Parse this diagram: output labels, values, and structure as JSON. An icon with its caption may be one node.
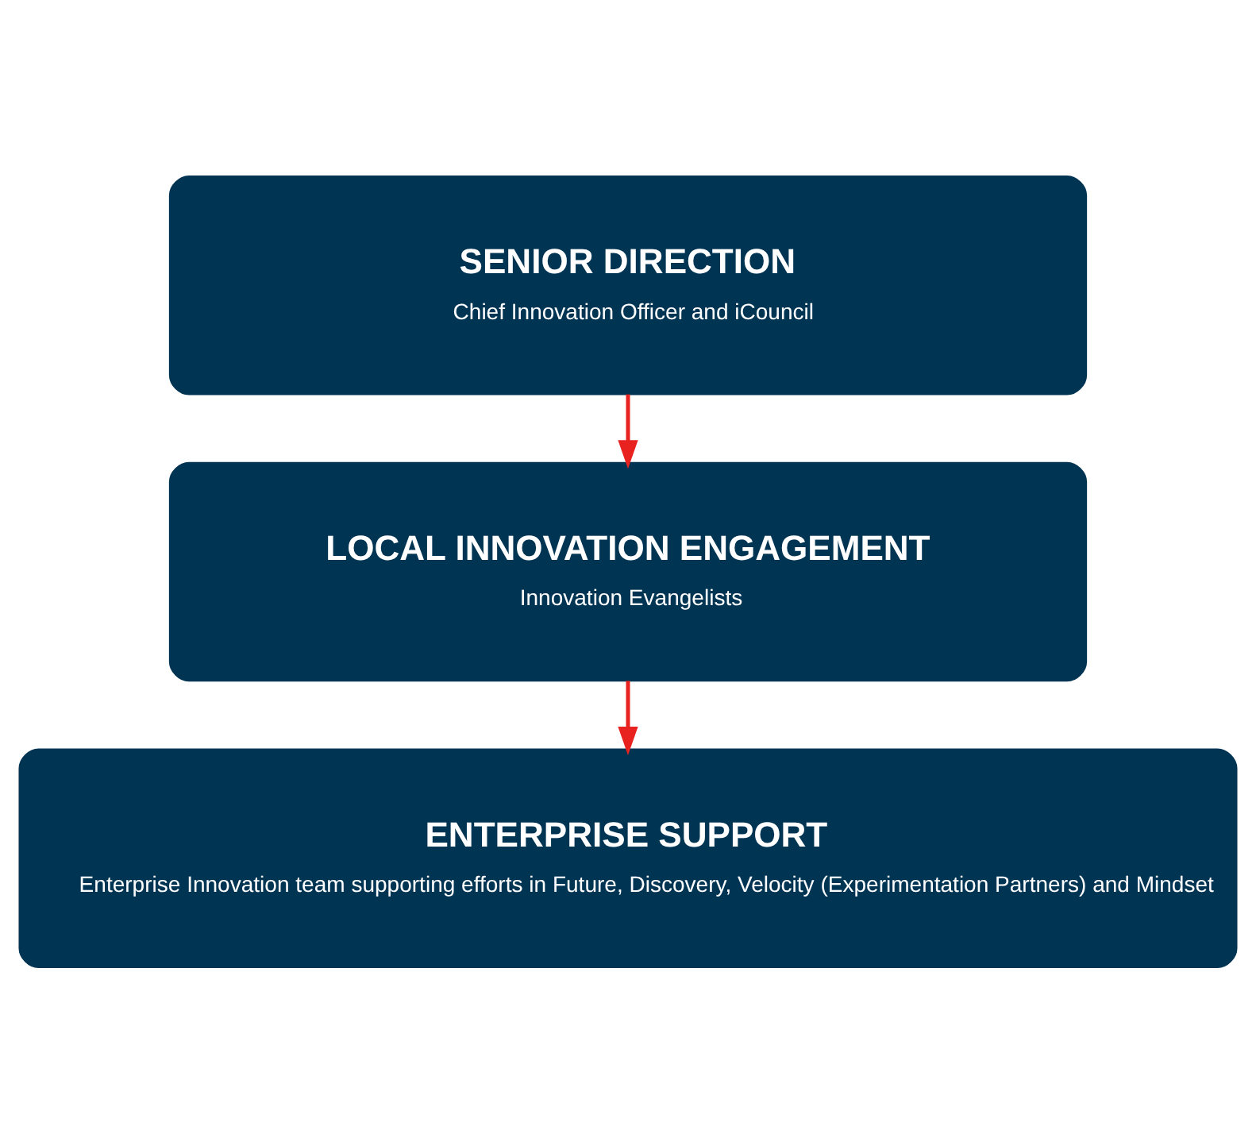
{
  "diagram": {
    "nodes": [
      {
        "text": [
          "SENIOR DIRECTION",
          "Chief Innovation Officer and iCouncil"
        ]
      },
      {
        "text": [
          "LOCAL INNOVATION ENGAGEMENT",
          "Innovation Evangelists"
        ]
      },
      {
        "text": [
          "ENTERPRISE SUPPORT",
          "Enterprise Innovation team supporting efforts in Future, Discovery, Velocity (Experimentation Partners) and Mindset"
        ]
      }
    ],
    "edges": [
      {
        "from": 0,
        "to": 1,
        "arrow": "to",
        "color": "#e8231f"
      },
      {
        "from": 1,
        "to": 2,
        "arrow": "to",
        "color": "#e8231f"
      }
    ]
  }
}
